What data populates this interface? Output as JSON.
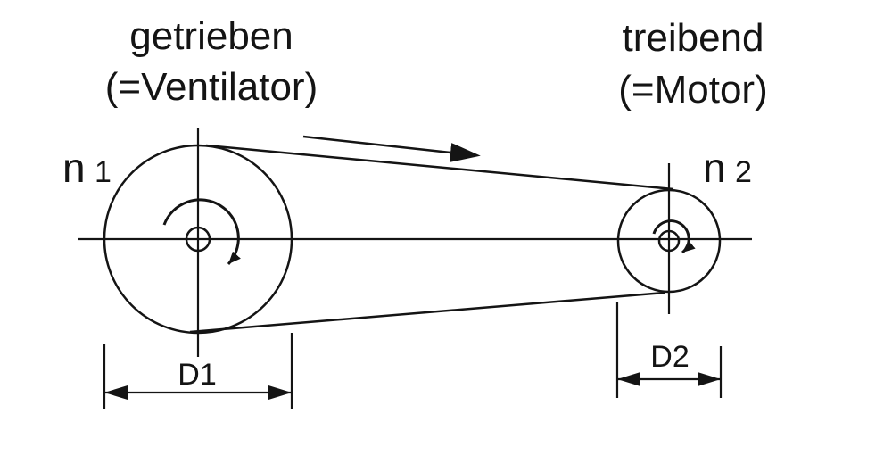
{
  "diagram": {
    "driven": {
      "line1": "getrieben",
      "line2": "(=Ventilator)",
      "speed_base": "n",
      "speed_index": "1",
      "diameter": "D1"
    },
    "driving": {
      "line1": "treibend",
      "line2": "(=Motor)",
      "speed_base": "n",
      "speed_index": "2",
      "diameter": "D2"
    },
    "colors": {
      "ink": "#141414",
      "background": "#ffffff"
    }
  }
}
